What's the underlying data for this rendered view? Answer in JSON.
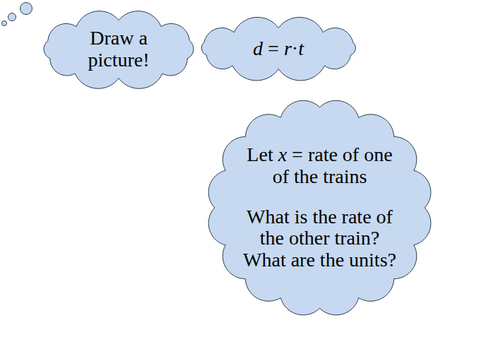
{
  "diagram": {
    "nodes": [
      {
        "text": [
          "Draw a picture!"
        ]
      },
      {
        "text": [
          "d = r·t"
        ]
      },
      {
        "text": [
          "Let x = rate of one of the trains",
          "What is the rate of the other train? What are the units?"
        ]
      }
    ]
  }
}
